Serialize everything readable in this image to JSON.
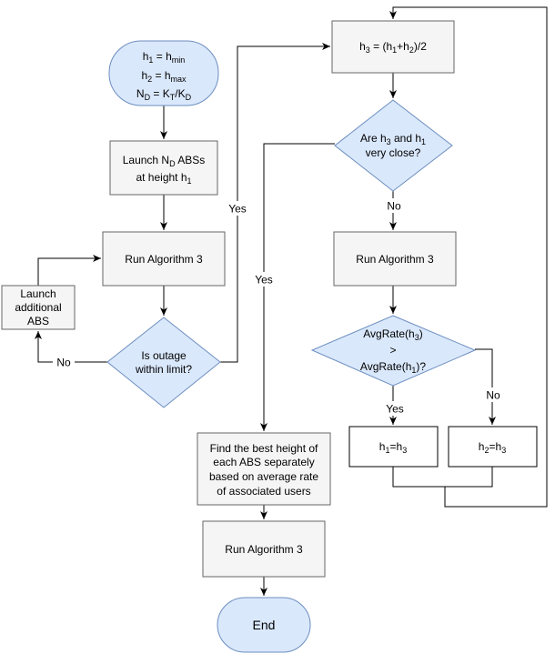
{
  "colors": {
    "highlight_fill": "#dae8fc",
    "highlight_stroke": "#6c8ebf",
    "process_fill": "#f5f5f5",
    "process_stroke": "#666666",
    "line": "#000000"
  },
  "nodes": {
    "start": {
      "line1": {
        "main": "h",
        "sub": "1",
        "rest": " = h",
        "sub2": "min"
      },
      "line2": {
        "main": "h",
        "sub": "2",
        "rest": " = h",
        "sub2": "max"
      },
      "line3": {
        "main": "N",
        "sub": "D",
        "rest": " = K",
        "sub2": "T",
        "rest2": "/K",
        "sub3": "D"
      }
    },
    "launch": {
      "line1": {
        "a": "Launch N",
        "sub": "D",
        "b": " ABSs"
      },
      "line2": {
        "a": "at height h",
        "sub": "1"
      }
    },
    "run_left": {
      "label": "Run Algorithm 3"
    },
    "launch_additional": {
      "lines": [
        "Launch",
        "additional",
        "ABS"
      ]
    },
    "outage": {
      "lines": [
        "Is outage",
        "within limit?"
      ]
    },
    "h3": {
      "parts": {
        "a": "h",
        "s1": "3",
        "b": " = (h",
        "s2": "1",
        "c": "+h",
        "s3": "2",
        "d": ")/2"
      }
    },
    "close": {
      "line1": {
        "a": "Are h",
        "s1": "3",
        "b": " and h",
        "s2": "1"
      },
      "line2": "very close?"
    },
    "run_right": {
      "label": "Run Algorithm 3"
    },
    "avg": {
      "line1": {
        "a": "AvgRate(h",
        "s": "3",
        "b": ")"
      },
      "line2": ">",
      "line3": {
        "a": "AvgRate(h",
        "s": "1",
        "b": ")?"
      }
    },
    "h1_assign": {
      "a": "h",
      "s1": "1",
      "b": "=h",
      "s2": "3"
    },
    "h2_assign": {
      "a": "h",
      "s1": "2",
      "b": "=h",
      "s2": "3"
    },
    "find_best": {
      "lines": [
        "Find the best height of",
        "each ABS separately",
        "based on average rate",
        "of associated users"
      ]
    },
    "run_bottom": {
      "label": "Run Algorithm 3"
    },
    "end": {
      "label": "End"
    }
  },
  "edge_labels": {
    "no_left": "No",
    "yes_outage": "Yes",
    "yes_close": "Yes",
    "no_close": "No",
    "yes_avg": "Yes",
    "no_avg": "No"
  }
}
